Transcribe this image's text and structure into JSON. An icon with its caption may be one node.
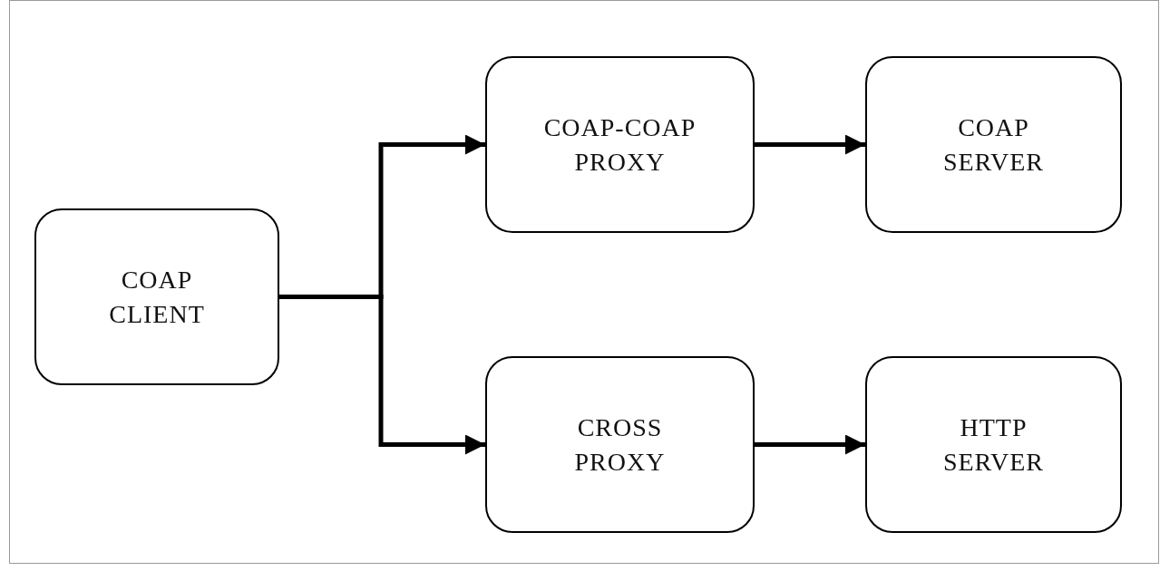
{
  "diagram": {
    "nodes": [
      {
        "text": [
          "COAP CLIENT"
        ]
      },
      {
        "text": [
          "COAP-COAP PROXY"
        ]
      },
      {
        "text": [
          "COAP SERVER"
        ]
      },
      {
        "text": [
          "CROSS PROXY"
        ]
      },
      {
        "text": [
          "HTTP SERVER"
        ]
      }
    ],
    "edges": [
      {
        "from": 0,
        "to": 1,
        "arrow": "to"
      },
      {
        "from": 0,
        "to": 3,
        "arrow": "to"
      },
      {
        "from": 1,
        "to": 2,
        "arrow": "to"
      },
      {
        "from": 3,
        "to": 4,
        "arrow": "to"
      }
    ]
  }
}
